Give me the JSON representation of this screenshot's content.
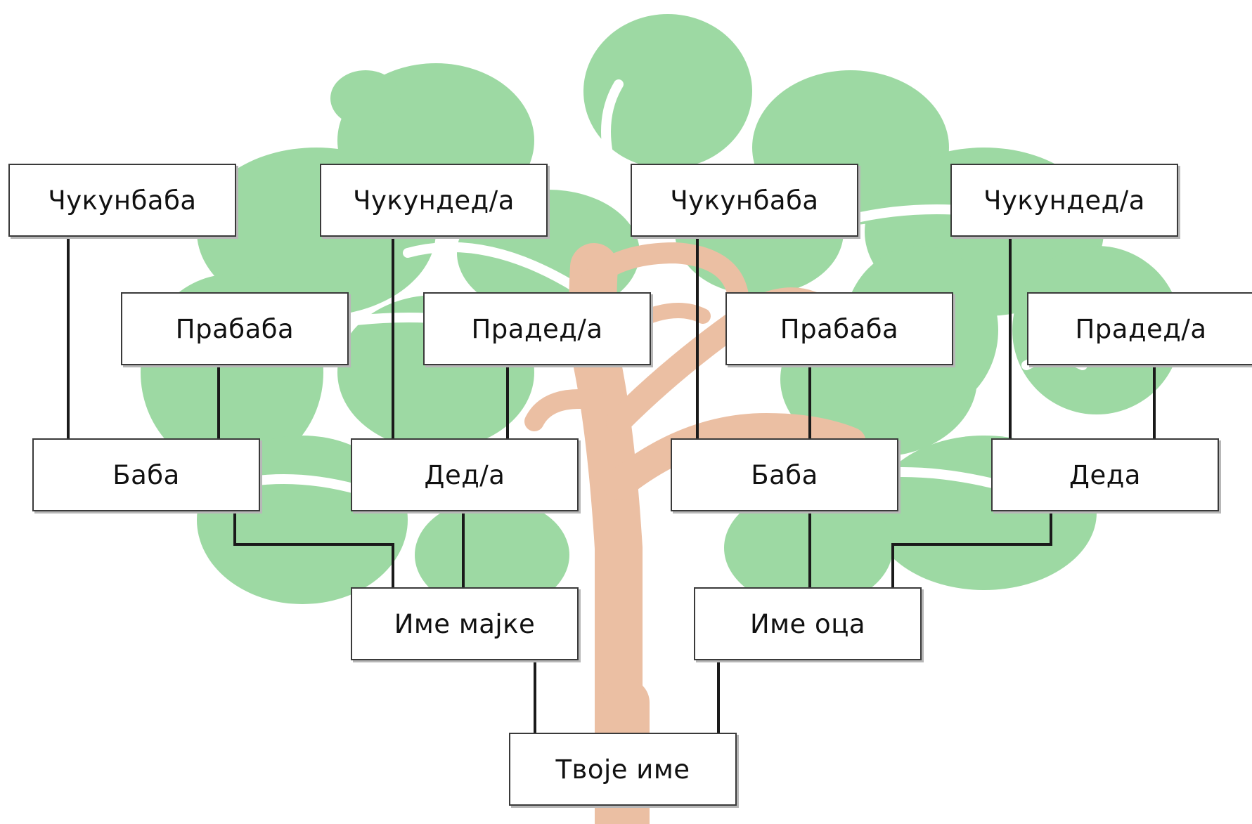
{
  "colors": {
    "foliage": "#9dd9a3",
    "foliage_gap": "#ffffff",
    "trunk": "#ebbfa3",
    "connector": "#1a1a1a",
    "box_border": "#3a3a3a",
    "box_fill": "#ffffff"
  },
  "great_great_grandparents": [
    "Чукунбаба",
    "Чукундед/а",
    "Чукунбаба",
    "Чукундед/а"
  ],
  "great_grandparents": [
    "Прабаба",
    "Прадед/а",
    "Прабаба",
    "Прадед/а"
  ],
  "grandparents": [
    "Баба",
    "Дед/а",
    "Баба",
    "Деда"
  ],
  "parents": [
    "Име мајке",
    "Име оца"
  ],
  "self": "Твоје име"
}
